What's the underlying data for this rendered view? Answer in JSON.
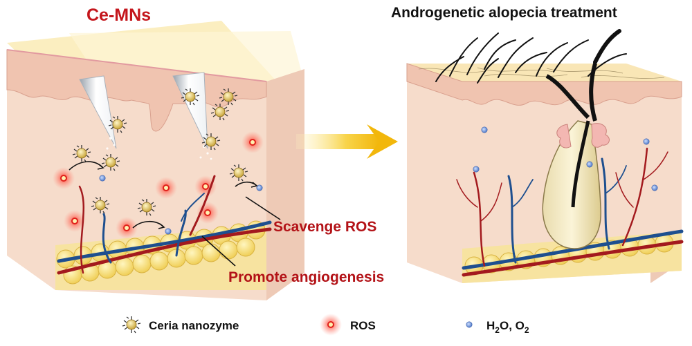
{
  "titles": {
    "left": "Ce-MNs",
    "right": "Androgenetic alopecia treatment"
  },
  "labels": {
    "scavenge": "Scavenge ROS",
    "angiogenesis": "Promote angiogenesis"
  },
  "legend": {
    "ceria": "Ceria nanozyme",
    "ros": "ROS",
    "h2o": "H",
    "h2o_sub": "2",
    "h2o_mid": "O, O",
    "o2_sub": "2"
  },
  "colors": {
    "ros_red": "#d92b20",
    "title_red": "#c4161c",
    "arrow_yellow": "#f5c518",
    "skin_face": "#f6dccb",
    "epidermis": "#f2c9b8",
    "top_cream": "#fbeec0",
    "fat_yellow": "#f7df7a",
    "vessel_red": "#a31a1e",
    "vessel_blue": "#1e4f8f"
  },
  "icons": {
    "ceria": "ceria-nanozyme-icon",
    "ros": "ros-dot-icon",
    "h2o_o2": "water-oxygen-dot-icon",
    "process_arrow": "right-arrow-icon"
  }
}
